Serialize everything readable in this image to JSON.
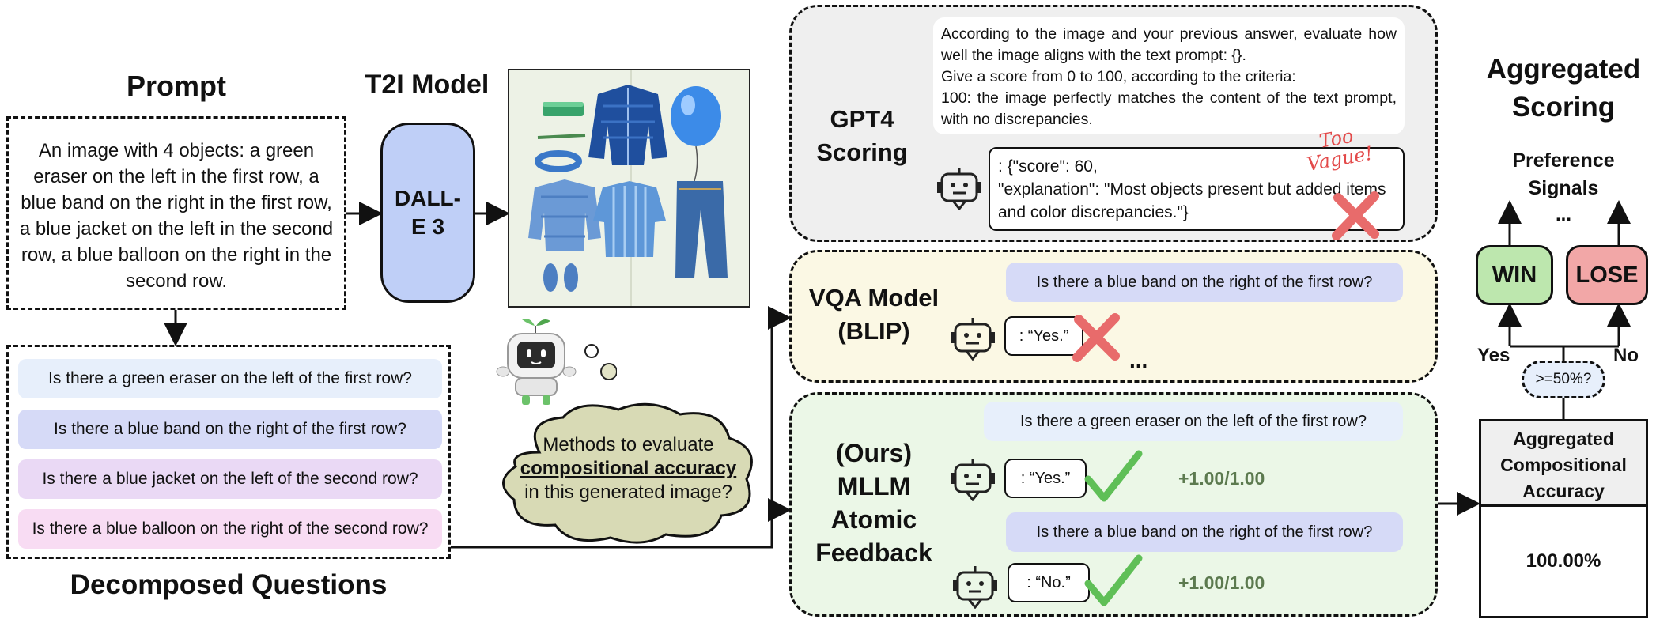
{
  "prompt": {
    "title": "Prompt",
    "text": "An image with 4 objects: a green eraser on the left in the first row, a blue band on the right in the first row, a blue jacket on the left in the second row, a blue balloon on the right in the second row."
  },
  "decomposed": {
    "title": "Decomposed Questions",
    "questions": [
      "Is there a green eraser on the left of the first row?",
      "Is there a blue band on the right of the first row?",
      "Is there a blue jacket on the left of the second row?",
      "Is there a blue balloon on the right of the second row?"
    ]
  },
  "t2i": {
    "title": "T2I Model",
    "model": "DALL-E 3"
  },
  "thought": {
    "line1": "Methods to evaluate",
    "line2": "compositional accuracy",
    "line3": "in this generated image?"
  },
  "gpt4": {
    "title": "GPT4 Scoring",
    "prompt_lines": [
      "According to the image and your previous answer, evaluate how well the image aligns with the text prompt: {}.",
      "Give a score from 0 to 100, according to the criteria:",
      "100: the image perfectly matches the content of the text prompt, with no discrepancies."
    ],
    "response_line1": ": {\"score\": 60,",
    "response_line2": "\"explanation\": \"Most objects present but added items and color discrepancies.\"}",
    "annotation": "Too Vague!"
  },
  "vqa": {
    "title_line1": "VQA Model",
    "title_line2": "(BLIP)",
    "question": "Is there a blue band on the right of the first row?",
    "answer": ": “Yes.”",
    "ellipsis": "..."
  },
  "ours": {
    "title_lines": [
      "(Ours)",
      "MLLM",
      "Atomic",
      "Feedback"
    ],
    "q1": "Is there a green eraser on the left of the first row?",
    "a1": ": “Yes.”",
    "s1": "+1.00/1.00",
    "q2": "Is there a blue band on the right of the first row?",
    "a2": ": “No.”",
    "s2": "+1.00/1.00"
  },
  "aggregated": {
    "title_line1": "Aggregated",
    "title_line2": "Scoring",
    "pref_line1": "Preference",
    "pref_line2": "Signals",
    "ellipsis": "...",
    "win": "WIN",
    "lose": "LOSE",
    "yes": "Yes",
    "no": "No",
    "threshold": ">=50%?",
    "box_line1": "Aggregated",
    "box_line2": "Compositional",
    "box_line3": "Accuracy",
    "value": "100.00%"
  },
  "colors": {
    "q_blue": "#e7effb",
    "q_indigo": "#d6daf7",
    "q_purple": "#ead9f5",
    "q_pink": "#f8dcf3",
    "model_blue": "#bfcff7",
    "gpt_panel": "#efefef",
    "vqa_panel": "#fbf8e4",
    "ours_panel": "#ebf7e7",
    "win": "#bde7ae",
    "lose": "#f2a7a7",
    "check": "#5fbf57",
    "cross": "#e86b6b",
    "cloud": "#d7d9b6"
  }
}
